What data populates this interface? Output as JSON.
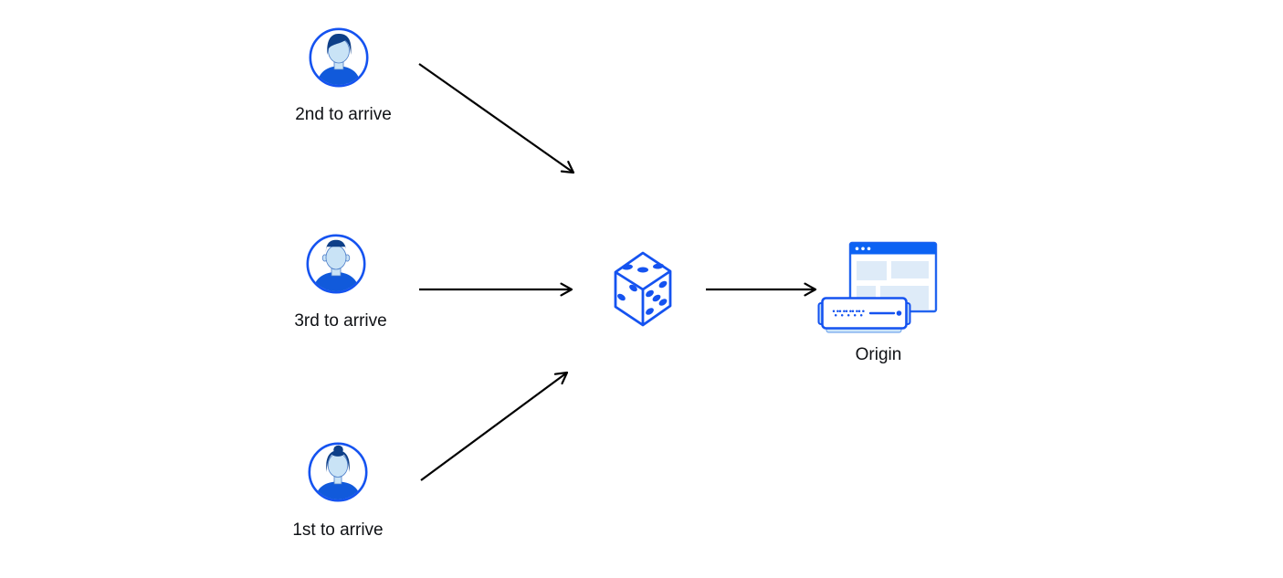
{
  "page": {
    "background": "#ffffff"
  },
  "diagram": {
    "type": "request-flow",
    "colors": {
      "primary_blue": "#1553F0",
      "window_border_blue": "#2264EF",
      "titlebar_blue": "#0C62F3",
      "pale_block_blue": "#DEEBF8",
      "light_fill_blue": "#BDDCF7",
      "hair_navy": "#0E3F88",
      "face_blue": "#C9E3F6",
      "shirt_blue": "#115ADB",
      "arrow_color": "#000000",
      "label_color": "#0F1115"
    },
    "nodes": [
      {
        "id": "user-second",
        "label": "2nd to arrive",
        "icon": "male-user-avatar-swept-hair"
      },
      {
        "id": "user-third",
        "label": "3rd to arrive",
        "icon": "male-user-avatar-short-hair"
      },
      {
        "id": "user-first",
        "label": "1st to arrive",
        "icon": "female-user-avatar-bun"
      },
      {
        "id": "randomizer",
        "label": "",
        "icon": "dice"
      },
      {
        "id": "origin",
        "label": "Origin",
        "icon": "origin-server-browser"
      }
    ],
    "edges": [
      {
        "from": "2nd to arrive",
        "to": "dice"
      },
      {
        "from": "3rd to arrive",
        "to": "dice"
      },
      {
        "from": "1st to arrive",
        "to": "dice"
      },
      {
        "from": "dice",
        "to": "Origin"
      }
    ],
    "dice_faces": {
      "top_pips": 3,
      "left_pips": 2,
      "right_pips": 5
    }
  }
}
